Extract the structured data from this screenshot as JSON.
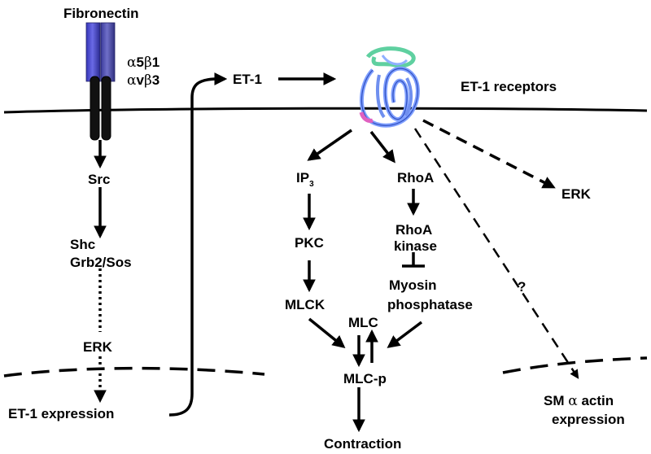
{
  "labels": {
    "fibronectin": "Fibronectin",
    "alpha": "α",
    "beta": "β",
    "integrin_1_num1": "5",
    "integrin_1_num2": "1",
    "integrin_2_sub": "v",
    "integrin_2_num": "3",
    "src": "Src",
    "shc": "Shc",
    "grb2_sos": "Grb2/Sos",
    "erk_left": "ERK",
    "et1_expression": "ET-1 expression",
    "et1": "ET-1",
    "et1_receptors": "ET-1 receptors",
    "ip": "IP",
    "ip_sub": "3",
    "rhoa": "RhoA",
    "erk_right": "ERK",
    "pkc": "PKC",
    "rhoa_kinase_1": "RhoA",
    "rhoa_kinase_2": "kinase",
    "myosin_1": "Myosin",
    "myosin_2": "phosphatase",
    "question": "?",
    "mlck": "MLCK",
    "mlc": "MLC",
    "mlc_p": "MLC-p",
    "contraction": "Contraction",
    "sm_1": "SM",
    "sm_alpha": "α",
    "sm_actin": " actin",
    "sm_2": "expression"
  },
  "colors": {
    "integrin_bar": "#4a4ad6",
    "integrin_bar_dark": "#2b2b8a",
    "line": "#000000",
    "receptor_blue": "#7f9fff",
    "receptor_green": "#5fd0a0",
    "receptor_pink": "#e060c0"
  }
}
